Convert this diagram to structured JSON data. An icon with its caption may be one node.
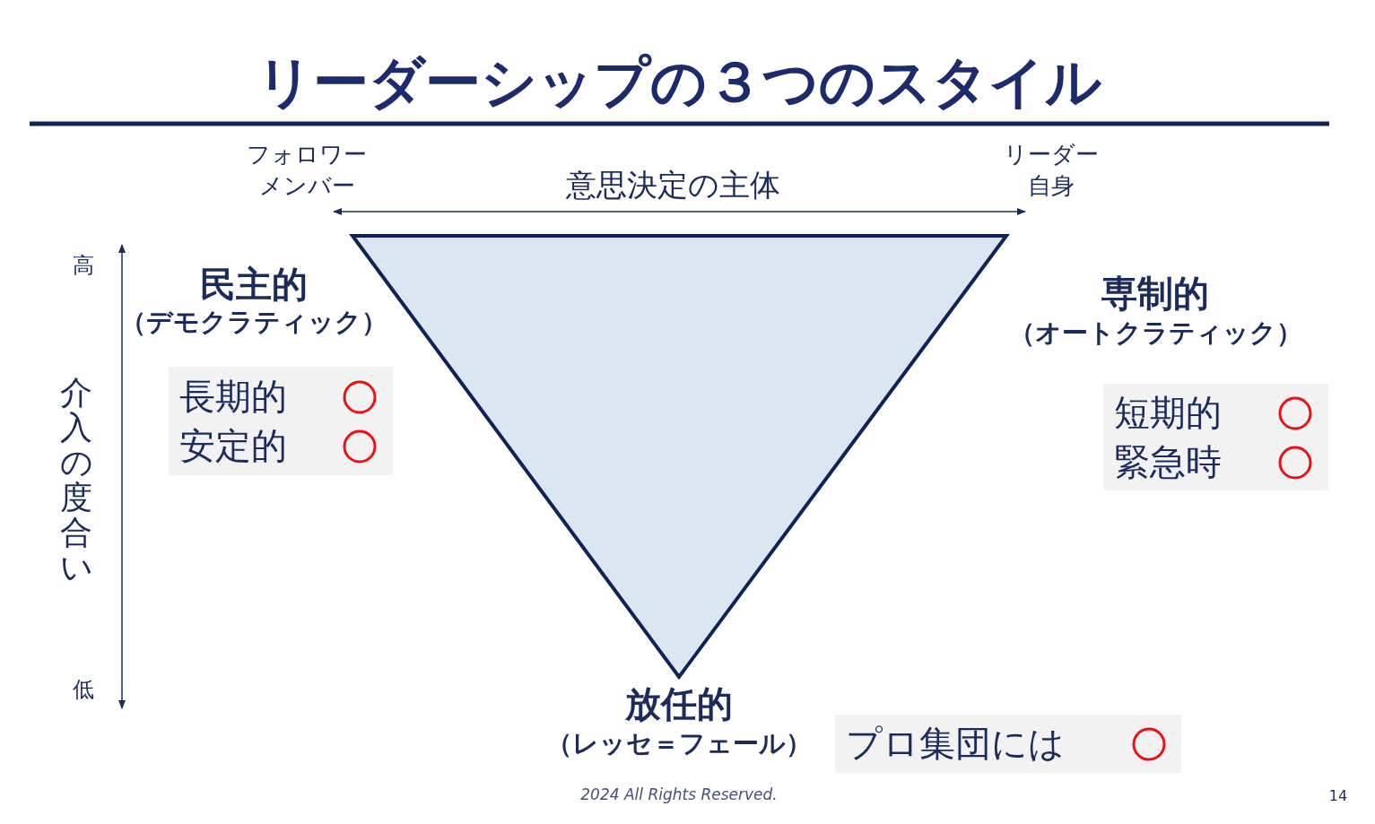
{
  "diagram": {
    "title": "リーダーシップの３つのスタイル",
    "nodes": [
      {
        "text": [
          "長期的",
          "安定的"
        ]
      },
      {
        "text": [
          "短期的",
          "緊急時"
        ]
      },
      {
        "text": [
          "プロ集団には"
        ]
      }
    ],
    "edges": [],
    "labels": [
      "フォロワーメンバー",
      "意思決定の主体",
      "リーダー自身",
      "高",
      "民主的",
      "（デモクラティック）",
      "専制的",
      "（オートクラティック）",
      "介入の度合い",
      "低",
      "放任的",
      "（レッセ＝フェール）",
      "2024 All Rights Reserved.",
      "14"
    ]
  }
}
